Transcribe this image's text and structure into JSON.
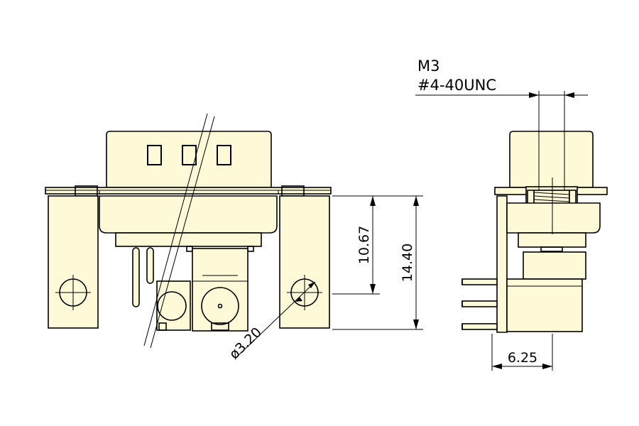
{
  "thread": {
    "metric": "M3",
    "imperial": "#4-40UNC"
  },
  "dimensions": {
    "height_inner": "10.67",
    "height_outer": "14.40",
    "hole_diameter": "ø3.20",
    "pin_offset": "6.25"
  },
  "colors": {
    "body_fill": "#fefad7",
    "line": "#000000"
  }
}
